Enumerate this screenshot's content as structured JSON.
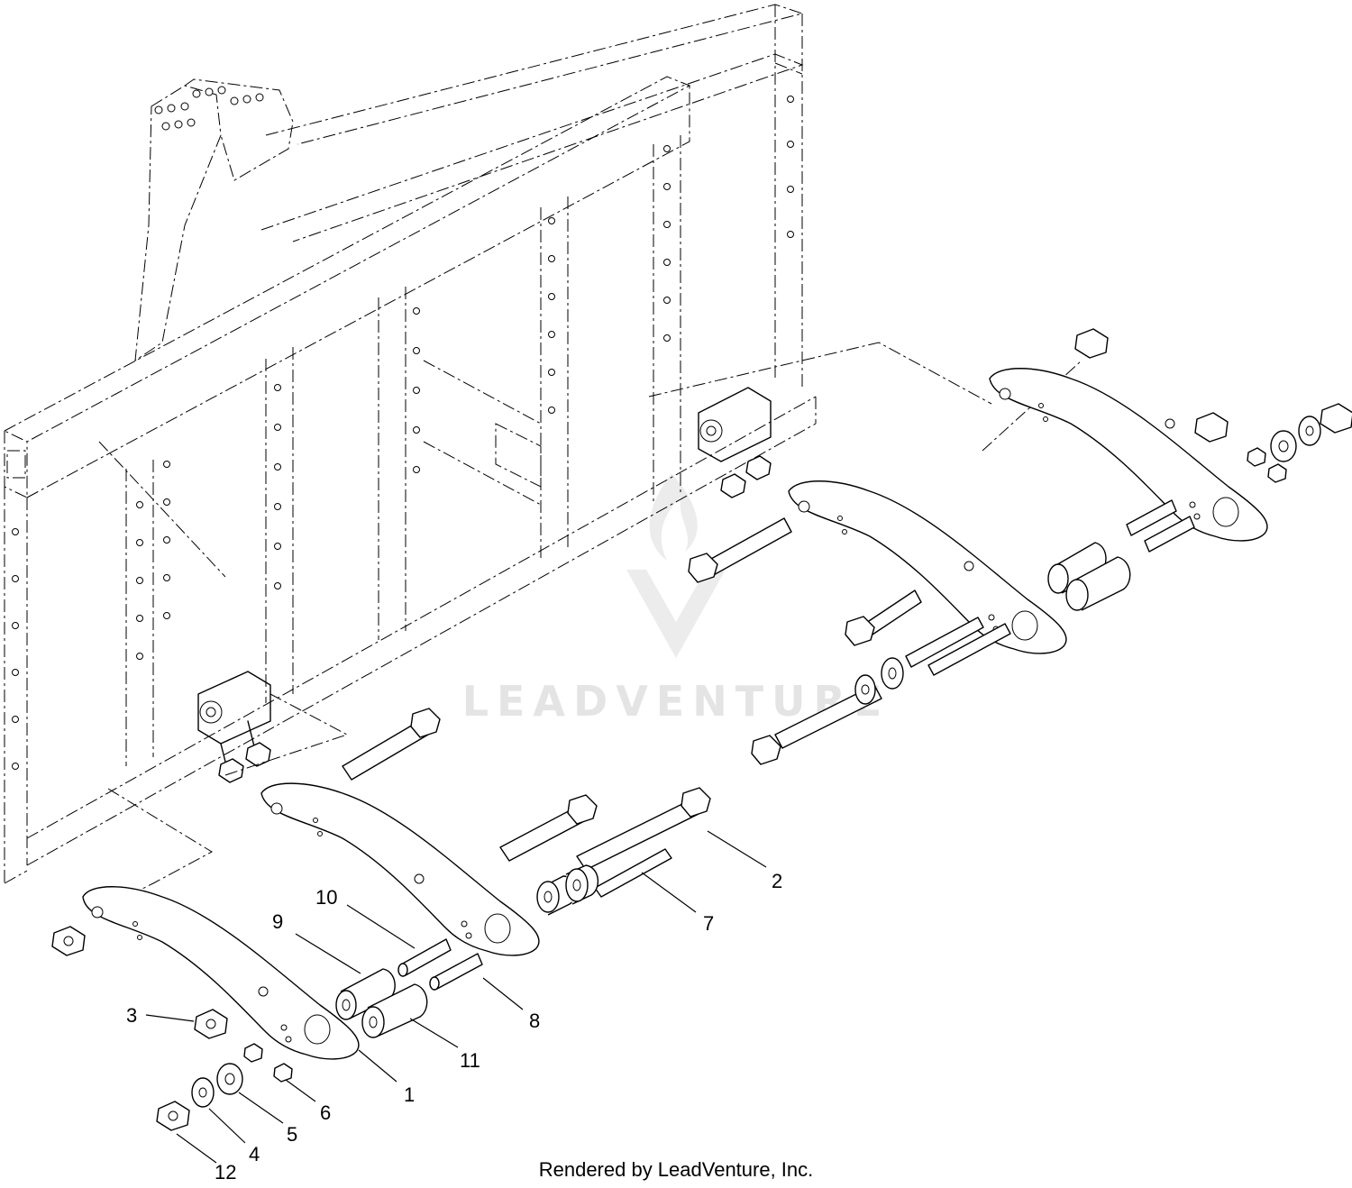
{
  "callouts": [
    {
      "label": "1"
    },
    {
      "label": "2"
    },
    {
      "label": "3"
    },
    {
      "label": "4"
    },
    {
      "label": "5"
    },
    {
      "label": "6"
    },
    {
      "label": "7"
    },
    {
      "label": "8"
    },
    {
      "label": "9"
    },
    {
      "label": "10"
    },
    {
      "label": "11"
    },
    {
      "label": "12"
    }
  ],
  "footer": {
    "text": "Rendered by LeadVenture, Inc."
  },
  "watermark": {
    "text": "LEADVENTURE",
    "logo": "leadventure-flame-logo"
  },
  "colors": {
    "line": "#000000",
    "background": "#ffffff",
    "watermark": "#e4e4e4"
  }
}
